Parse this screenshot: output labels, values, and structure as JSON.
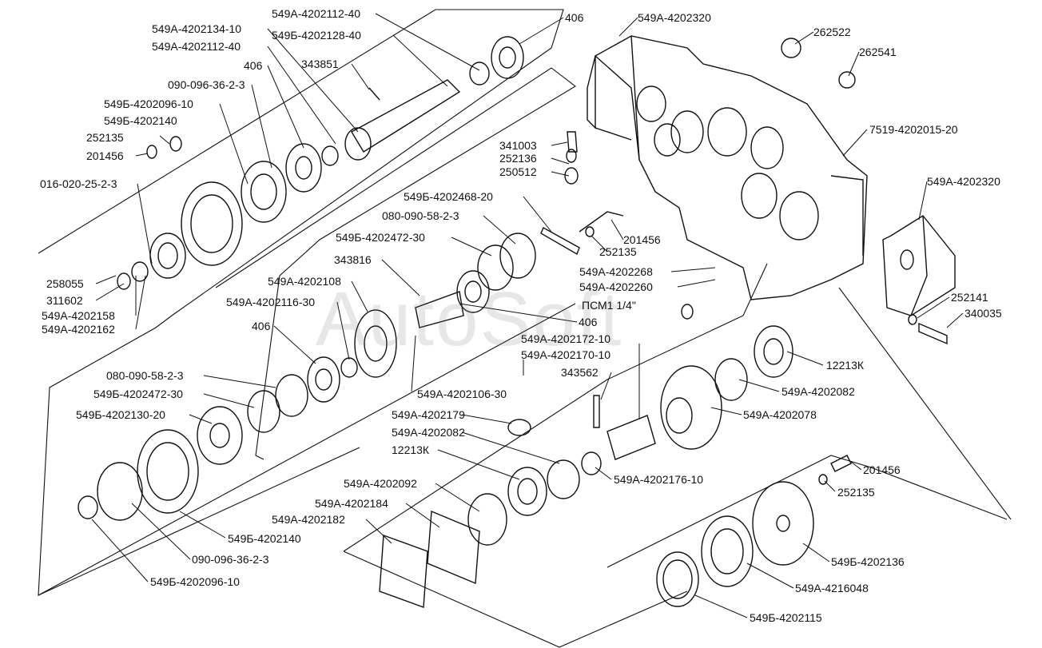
{
  "diagram": {
    "watermark": "AutoSoft",
    "labels": [
      "549А-4202112-40",
      "549А-4202134-10",
      "549Б-4202128-40",
      "549А-4202112-40",
      "406",
      "343851",
      "406",
      "090-096-36-2-3",
      "549Б-4202096-10",
      "549Б-4202140",
      "252135",
      "201456",
      "016-020-25-2-3",
      "258055",
      "311602",
      "549А-4202158",
      "549А-4202162",
      "549А-4202320",
      "262522",
      "262541",
      "7519-4202015-20",
      "549А-4202320",
      "341003",
      "252136",
      "250512",
      "549Б-4202468-20",
      "080-090-58-2-3",
      "549Б-4202472-30",
      "201456",
      "252135",
      "343816",
      "549А-4202268",
      "549А-4202260",
      "549А-4202108",
      "ПСМ1 1/4\"",
      "549А-4202116-30",
      "406",
      "406",
      "252141",
      "340035",
      "549А-4202172-10",
      "549А-4202170-10",
      "12213К",
      "343562",
      "080-090-58-2-3",
      "549А-4202082",
      "549Б-4202472-30",
      "549А-4202106-30",
      "549Б-4202130-20",
      "549А-4202078",
      "549А-4202179",
      "549А-4202082",
      "12213К",
      "549А-4202176-10",
      "201456",
      "549А-4202092",
      "252135",
      "549А-4202184",
      "549А-4202182",
      "549Б-4202140",
      "549Б-4202136",
      "090-096-36-2-3",
      "549А-4216048",
      "549Б-4202096-10",
      "549Б-4202115"
    ]
  }
}
